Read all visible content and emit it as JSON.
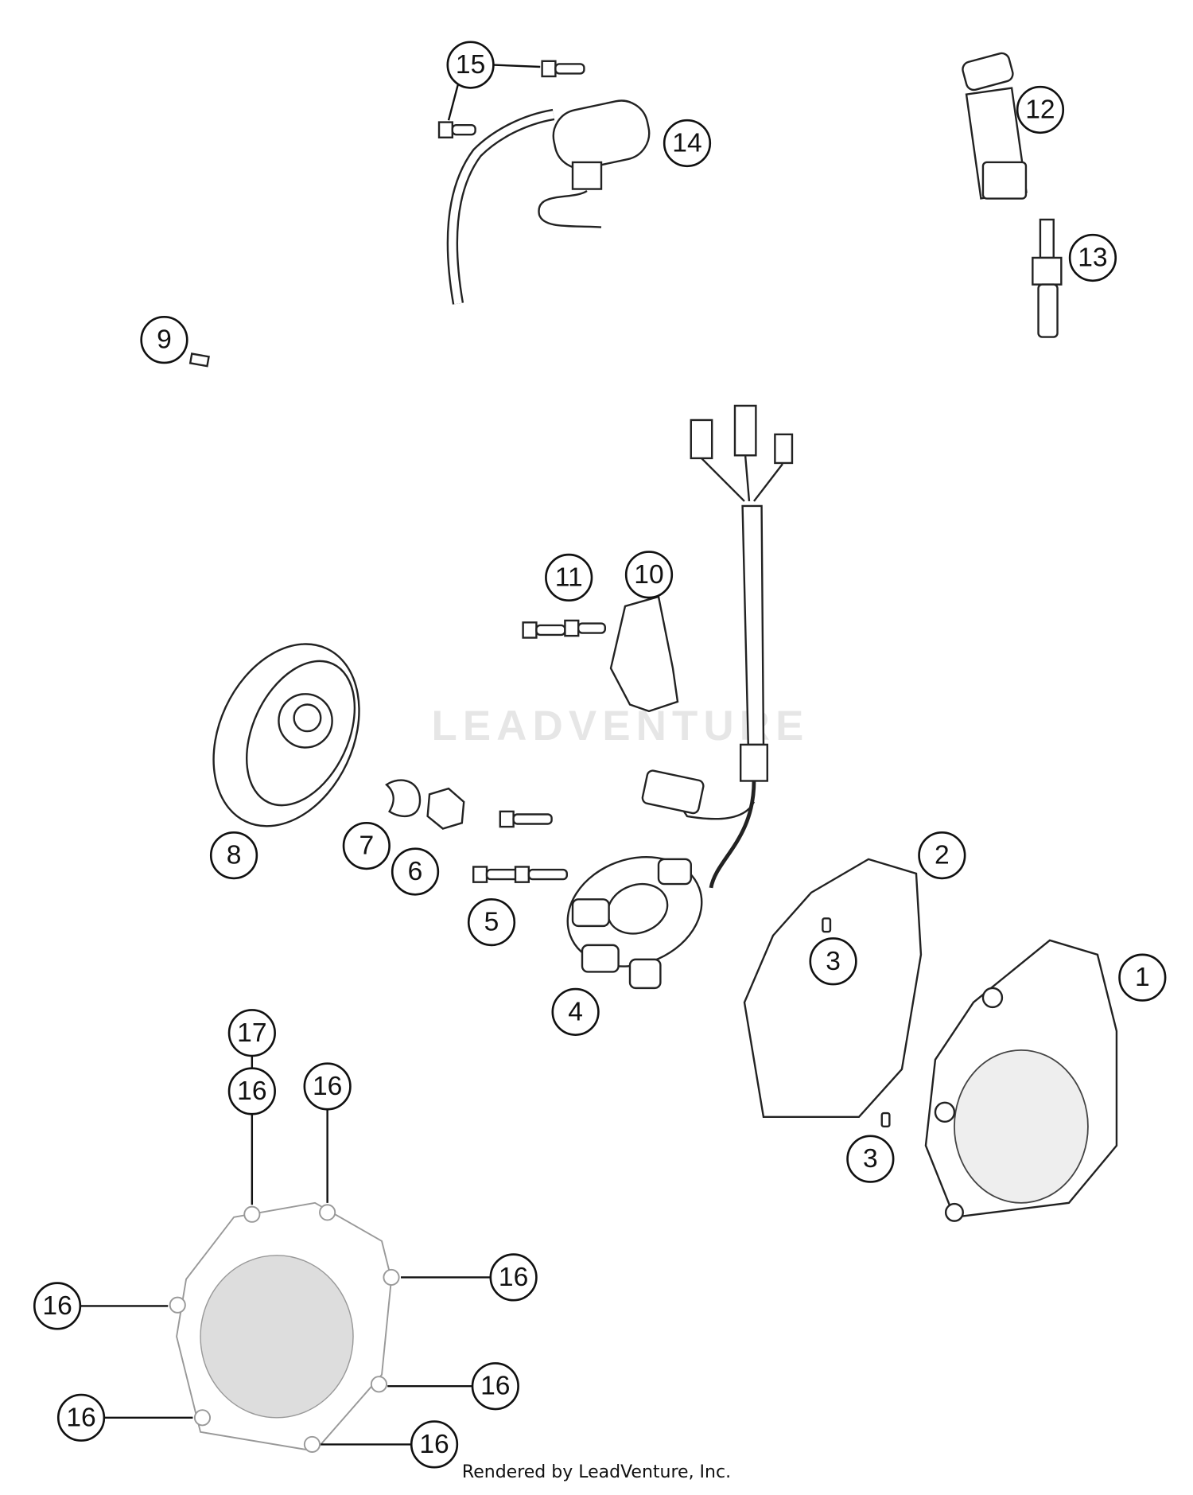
{
  "diagram": {
    "type": "exploded parts diagram",
    "watermark": "LEADVENTURE",
    "callouts": [
      {
        "id": "c15",
        "label": "15"
      },
      {
        "id": "c14",
        "label": "14"
      },
      {
        "id": "c12",
        "label": "12"
      },
      {
        "id": "c13",
        "label": "13"
      },
      {
        "id": "c11",
        "label": "11"
      },
      {
        "id": "c10",
        "label": "10"
      },
      {
        "id": "c9",
        "label": "9"
      },
      {
        "id": "c8",
        "label": "8"
      },
      {
        "id": "c7",
        "label": "7"
      },
      {
        "id": "c6",
        "label": "6"
      },
      {
        "id": "c5",
        "label": "5"
      },
      {
        "id": "c4",
        "label": "4"
      },
      {
        "id": "c2",
        "label": "2"
      },
      {
        "id": "c3a",
        "label": "3"
      },
      {
        "id": "c3b",
        "label": "3"
      },
      {
        "id": "c1",
        "label": "1"
      },
      {
        "id": "c17",
        "label": "17"
      },
      {
        "id": "c16a",
        "label": "16"
      },
      {
        "id": "c16b",
        "label": "16"
      },
      {
        "id": "c16c",
        "label": "16"
      },
      {
        "id": "c16d",
        "label": "16"
      },
      {
        "id": "c16e",
        "label": "16"
      },
      {
        "id": "c16f",
        "label": "16"
      },
      {
        "id": "c16g",
        "label": "16"
      }
    ]
  },
  "footer": "Rendered by LeadVenture, Inc."
}
